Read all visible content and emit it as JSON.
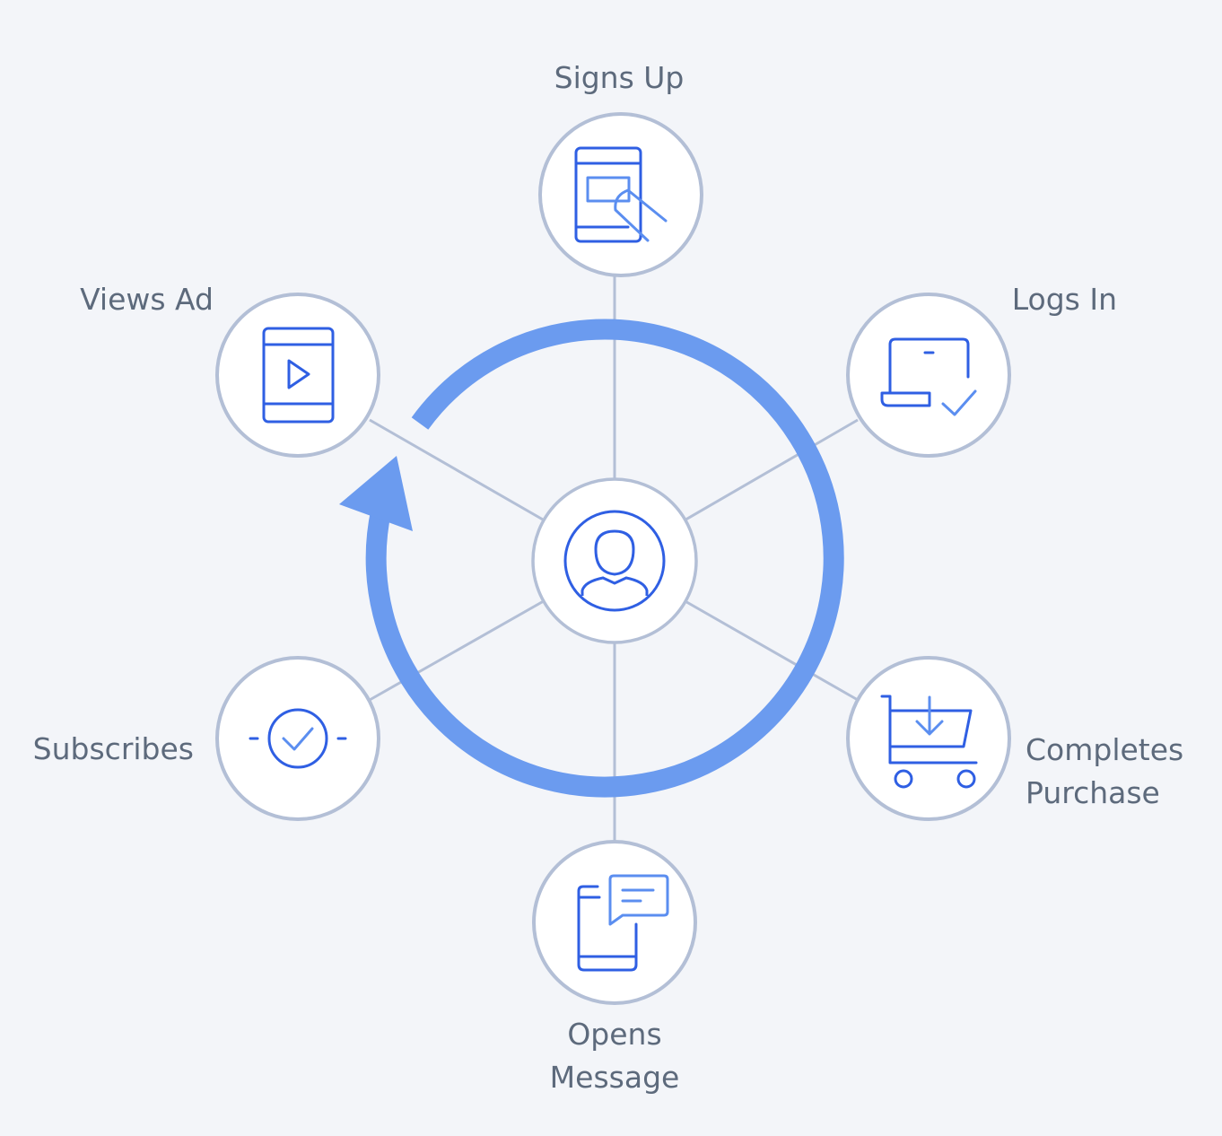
{
  "colors": {
    "background": "#f3f5f9",
    "connector": "#b3bfd6",
    "node_fill": "#ffffff",
    "node_stroke": "#b3bfd6",
    "cycle_arrow": "#6b9bef",
    "icon_stroke": "#2f5fe3",
    "icon_accent": "#5b8ef0",
    "label_text": "#5d6a7c"
  },
  "center": {
    "icon": "user-profile-icon"
  },
  "nodes": [
    {
      "id": "signs-up",
      "icon": "mobile-tap-icon",
      "label_lines": [
        "Signs Up"
      ]
    },
    {
      "id": "logs-in",
      "icon": "laptop-check-icon",
      "label_lines": [
        "Logs In"
      ]
    },
    {
      "id": "completes-purchase",
      "icon": "shopping-cart-icon",
      "label_lines": [
        "Completes",
        "Purchase"
      ]
    },
    {
      "id": "opens-message",
      "icon": "mobile-chat-icon",
      "label_lines": [
        "Opens",
        "Message"
      ]
    },
    {
      "id": "subscribes",
      "icon": "check-circle-icon",
      "label_lines": [
        "Subscribes"
      ]
    },
    {
      "id": "views-ad",
      "icon": "tablet-play-icon",
      "label_lines": [
        "Views Ad"
      ]
    }
  ],
  "cycle": {
    "icon": "cycle-arrow-icon",
    "direction": "clockwise"
  }
}
